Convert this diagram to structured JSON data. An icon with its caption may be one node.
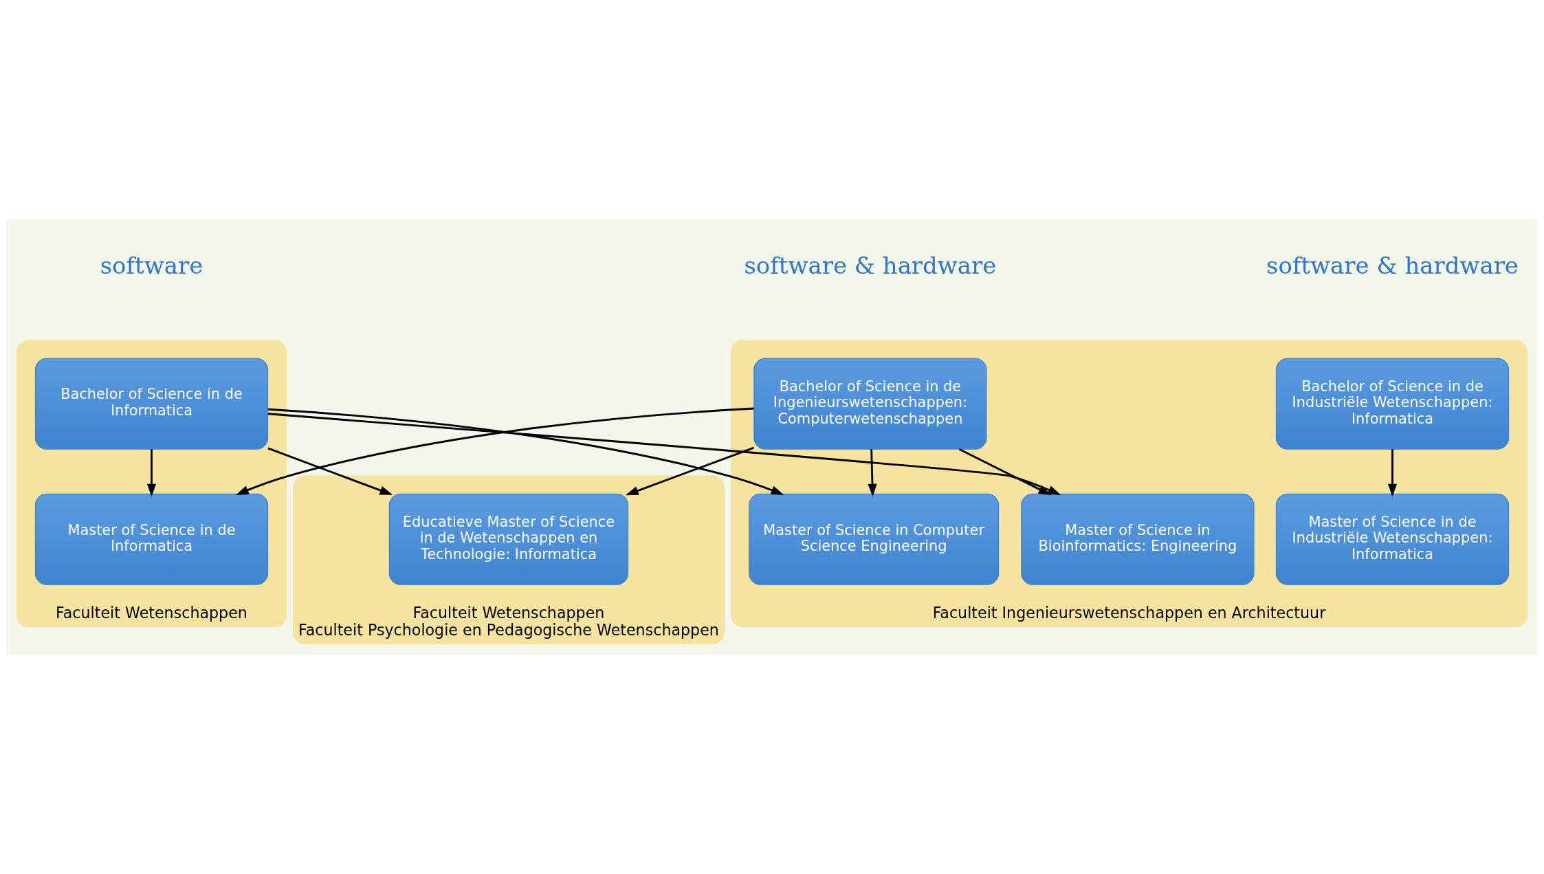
{
  "diagram": {
    "nodes": [
      {
        "text": [
          "Faculteit Wetenschappen"
        ]
      },
      {
        "text": [
          "Bachelor of Science in de Informatica"
        ],
        "in": 0
      },
      {
        "text": [
          "Master of Science in de Informatica"
        ],
        "in": 0
      },
      {
        "text": [
          "Faculteit Ingenieurswetenschappen en Architectuur"
        ]
      },
      {
        "text": [
          "Bachelor of Science in de Ingenieurswetenschappen: Computerwetenschappen"
        ],
        "in": 3
      },
      {
        "text": [
          "Bachelor of Science in de Industriële Wetenschappen: Informatica"
        ],
        "in": 3
      },
      {
        "text": [
          "Master of Science in Bioinformatics: Engineering"
        ],
        "in": 3
      },
      {
        "text": [
          "Master of Science in Computer Science Engineering"
        ],
        "in": 3
      },
      {
        "text": [
          "Master of Science in de Industriële Wetenschappen: Informatica"
        ],
        "in": 3
      },
      {
        "text": [
          "Faculteit Wetenschappen",
          "Faculteit Psychologie en Pedagogische Wetenschappen"
        ]
      },
      {
        "text": [
          "Educatieve Master of Science in de Wetenschappen en Technologie: Informatica"
        ],
        "in": 9
      }
    ],
    "edges": [
      {
        "from": 1,
        "to": 2,
        "arrow": "to"
      },
      {
        "from": 1,
        "to": 6,
        "arrow": "to"
      },
      {
        "from": 1,
        "to": 7,
        "arrow": "to"
      },
      {
        "from": 1,
        "to": 10,
        "arrow": "to"
      },
      {
        "from": 4,
        "to": 2,
        "arrow": "to"
      },
      {
        "from": 4,
        "to": 6,
        "arrow": "to"
      },
      {
        "from": 4,
        "to": 7,
        "arrow": "to"
      },
      {
        "from": 4,
        "to": 10,
        "arrow": "to"
      },
      {
        "from": 5,
        "to": 8,
        "arrow": "to"
      }
    ],
    "labels": [
      "software",
      "software & hardware",
      "software & hardware"
    ]
  }
}
